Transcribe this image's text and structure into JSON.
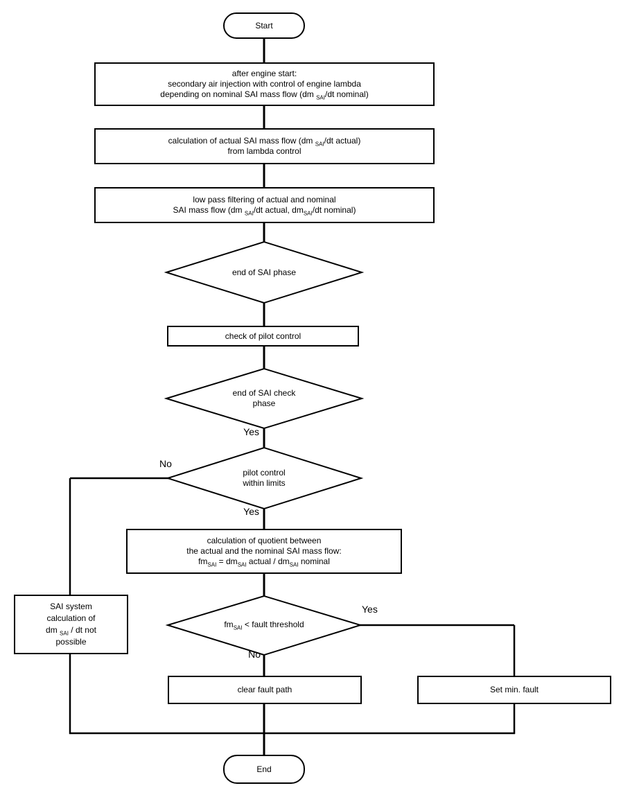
{
  "page": {
    "background": "#ffffff",
    "ink": "#000000"
  },
  "flowchart": {
    "nodes": {
      "start": {
        "label": "Start"
      },
      "after_engine_start": {
        "lines": [
          [
            "after engine start:"
          ],
          [
            "secondary air injection with control of engine lambda"
          ],
          [
            "depending on nominal SAI mass flow (dm ",
            {
              "sub": "SAI"
            },
            "/dt nominal)"
          ]
        ]
      },
      "calc_actual_flow": {
        "lines": [
          [
            "calculation of actual SAI mass flow (dm ",
            {
              "sub": "SAI"
            },
            "/dt actual)"
          ],
          [
            "from lambda control"
          ]
        ]
      },
      "low_pass_filter": {
        "lines": [
          [
            "low pass filtering of actual and nominal"
          ],
          [
            "SAI mass flow (dm ",
            {
              "sub": "SAI"
            },
            "/dt actual, dm",
            {
              "sub": "SAI"
            },
            "/dt nominal)"
          ]
        ]
      },
      "end_of_sai_phase": {
        "label": "end of SAI phase"
      },
      "check_pilot_control": {
        "label": "check of pilot control"
      },
      "end_of_sai_check_phase": {
        "label": "end of SAI check\nphase"
      },
      "pilot_control_within_limits": {
        "label": "pilot control\nwithin limits"
      },
      "quotient_calc": {
        "lines": [
          [
            "calculation of quotient between"
          ],
          [
            "the actual and the nominal SAI mass flow:"
          ],
          [
            "fm",
            {
              "sub": "SAI"
            },
            " = dm",
            {
              "sub": "SAI"
            },
            " actual / dm",
            {
              "sub": "SAI"
            },
            " nominal"
          ]
        ]
      },
      "sai_system_not_possible": {
        "lines": [
          [
            "SAI system"
          ],
          [
            "calculation of"
          ],
          [
            "dm ",
            {
              "sub": "SAI"
            },
            " / dt not"
          ],
          [
            "possible"
          ]
        ]
      },
      "fault_threshold_check": {
        "lines": [
          [
            "fm",
            {
              "sub": "SAI"
            },
            " < fault threshold"
          ]
        ]
      },
      "clear_fault_path": {
        "label": "clear fault path"
      },
      "set_min_fault": {
        "label": "Set min. fault"
      },
      "end": {
        "label": "End"
      }
    },
    "edge_labels": {
      "end_check_yes": "Yes",
      "pilot_no": "No",
      "pilot_yes": "Yes",
      "fault_yes": "Yes",
      "fault_no": "No"
    }
  }
}
